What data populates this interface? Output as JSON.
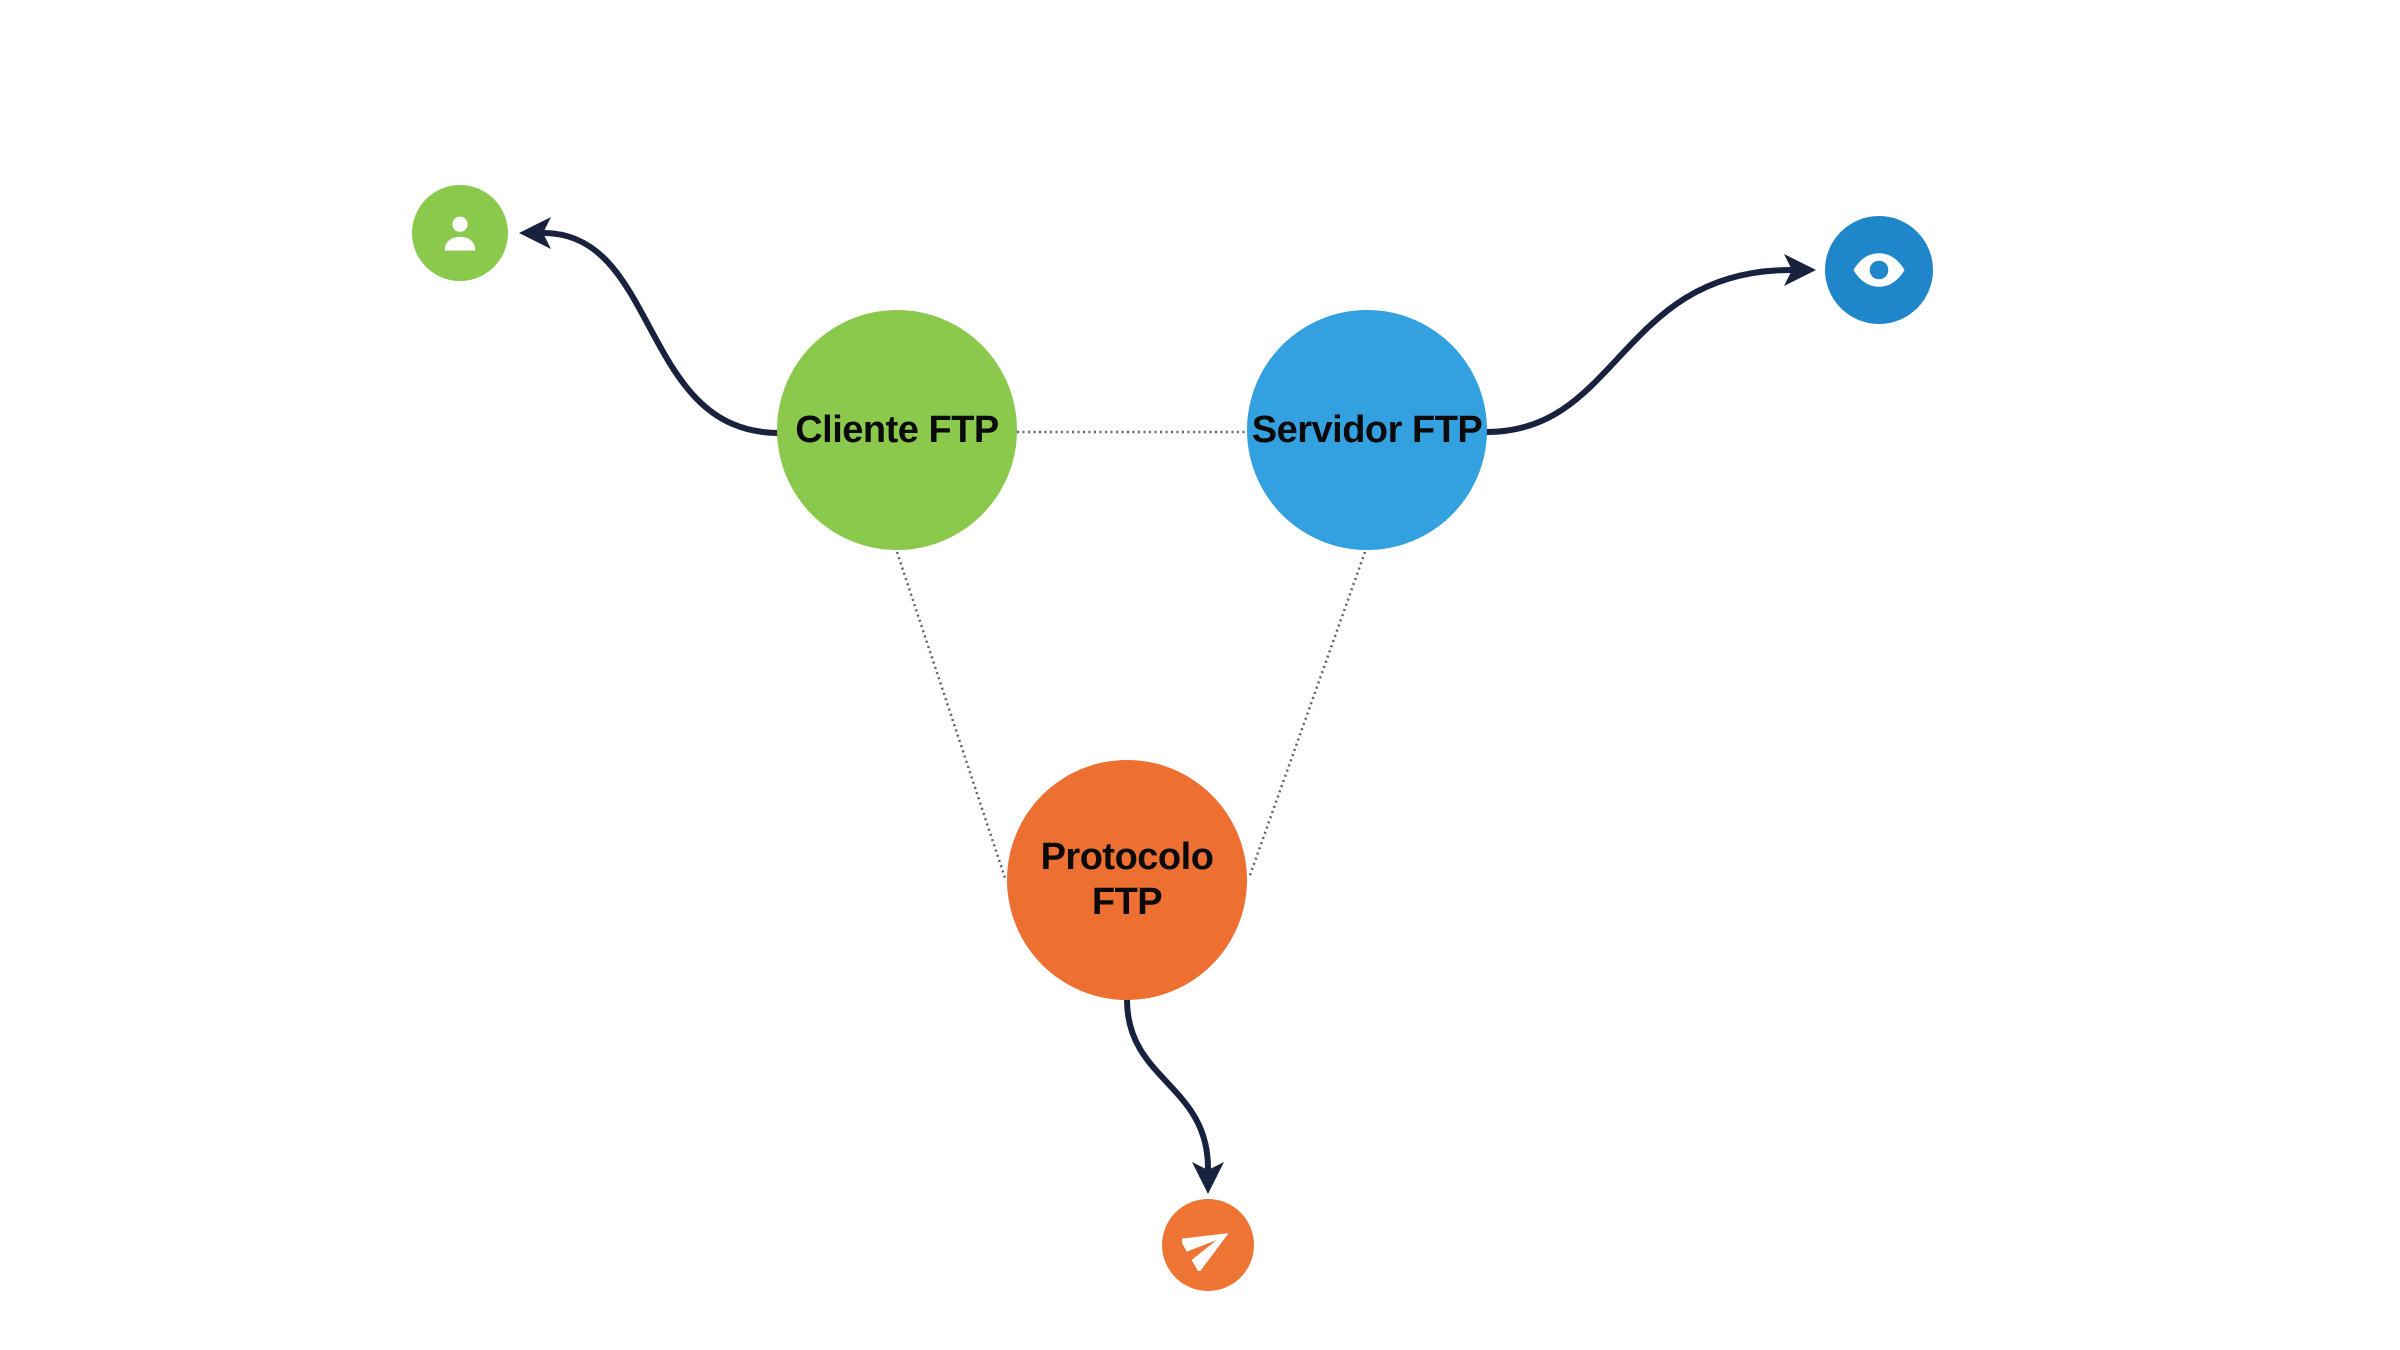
{
  "canvas": {
    "background": "#FFFFFF"
  },
  "colors": {
    "node_green": "#8BC94D",
    "node_blue": "#33A0E0",
    "node_orange": "#ED7032",
    "icon_green": "#8BC94D",
    "icon_blue": "#1E86C9",
    "icon_orange": "#ED7433",
    "icon_glyph": "#FFFFFF",
    "arrow": "#18223F",
    "dotted": "#5C6070",
    "label": "#0A0A0A"
  },
  "nodes": [
    {
      "id": "cliente-ftp",
      "label": "Cliente FTP"
    },
    {
      "id": "servidor-ftp",
      "label": "Servidor FTP"
    },
    {
      "id": "protocolo-ftp",
      "label": "Protocolo FTP"
    }
  ],
  "icons": [
    {
      "id": "user",
      "glyph": "user-icon",
      "attached_to": "cliente-ftp"
    },
    {
      "id": "eye",
      "glyph": "eye-icon",
      "attached_to": "servidor-ftp"
    },
    {
      "id": "send",
      "glyph": "send-icon",
      "attached_to": "protocolo-ftp"
    }
  ]
}
